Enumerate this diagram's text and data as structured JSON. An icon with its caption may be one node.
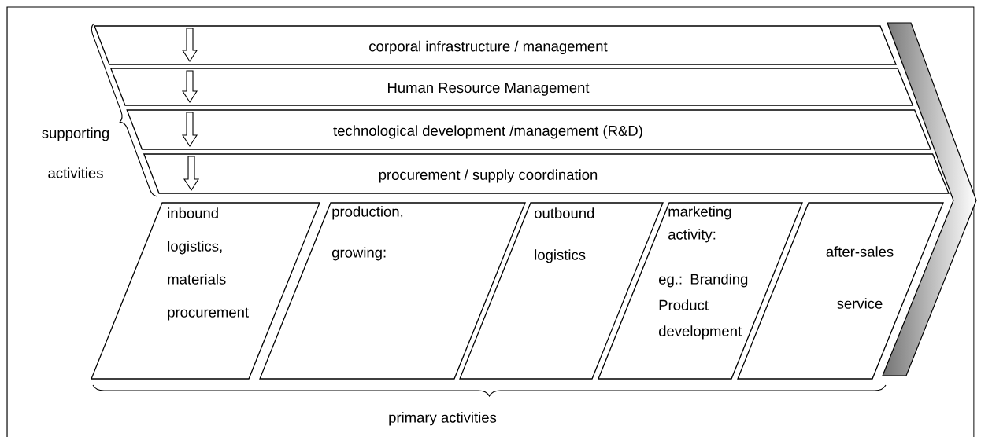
{
  "diagram": {
    "nodes": [
      {
        "text": [
          "corporal infrastructure / management"
        ]
      },
      {
        "text": [
          "Human Resource Management"
        ]
      },
      {
        "text": [
          "technological development /management (R&D)"
        ]
      },
      {
        "text": [
          "procurement / supply coordination"
        ]
      },
      {
        "text": [
          "inbound logistics, materials procurement"
        ]
      },
      {
        "text": [
          "production, growing:"
        ]
      },
      {
        "text": [
          "outbound logistics"
        ]
      },
      {
        "text": [
          "marketing activity:",
          "eg.: Branding Product development"
        ]
      },
      {
        "text": [
          "after-sales service"
        ]
      }
    ],
    "labels": [
      "supporting activities",
      "primary activities"
    ]
  }
}
